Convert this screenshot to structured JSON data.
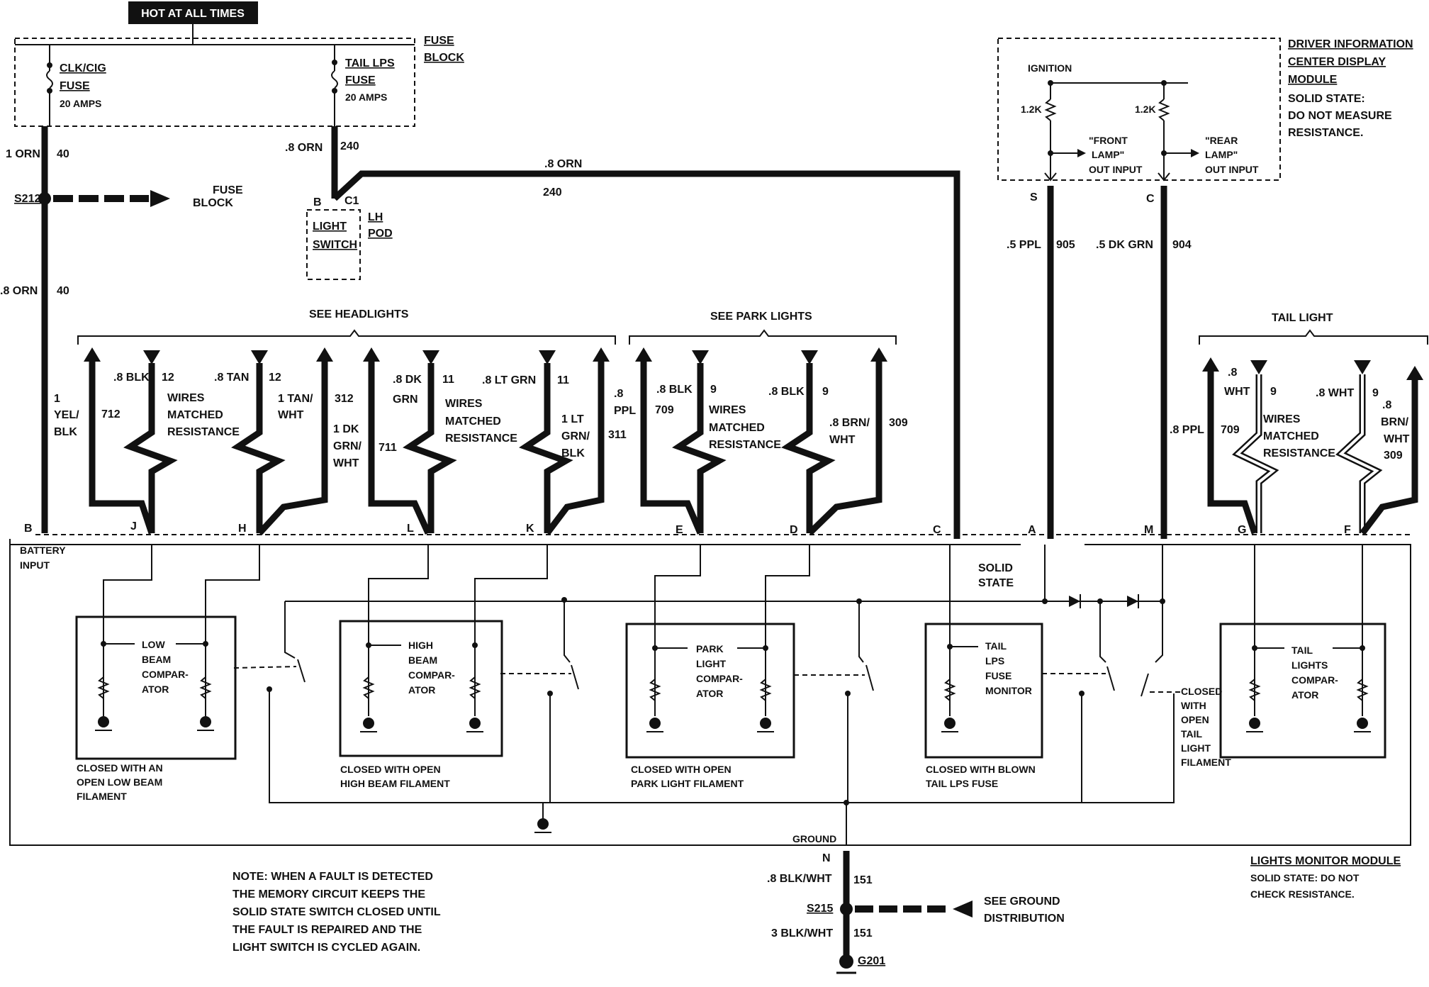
{
  "hot_label": "HOT AT ALL TIMES",
  "fuse_block": {
    "title_line1": "FUSE",
    "title_line2": "BLOCK",
    "fuse1": {
      "line1": "CLK/CIG",
      "line2": "FUSE",
      "rating": "20 AMPS"
    },
    "fuse2": {
      "line1": "TAIL LPS",
      "line2": "FUSE",
      "rating": "20 AMPS"
    }
  },
  "left_wire": {
    "color_top": "1 ORN",
    "circuit_top": "40",
    "splice": "S212",
    "fuse_ref_line1": "FUSE",
    "fuse_ref_line2": "BLOCK",
    "color_bottom": ".8 ORN",
    "circuit_bottom": "40"
  },
  "light_switch": {
    "color": ".8 ORN",
    "circuit": "240",
    "pin": "B",
    "connector": "C1",
    "line1": "LIGHT",
    "line2": "SWITCH",
    "pod_line1": "LH",
    "pod_line2": "POD",
    "long_wire_color": ".8 ORN",
    "long_wire_circuit": "240"
  },
  "dic": {
    "title": [
      "DRIVER INFORMATION",
      "CENTER DISPLAY",
      "MODULE"
    ],
    "note": [
      "SOLID STATE:",
      "DO NOT MEASURE",
      "RESISTANCE."
    ],
    "ignition": "IGNITION",
    "resistor1": "1.2K",
    "resistor2": "1.2K",
    "front_input": [
      "\"FRONT",
      "LAMP\"",
      "OUT INPUT"
    ],
    "rear_input": [
      "\"REAR",
      "LAMP\"",
      "OUT INPUT"
    ],
    "pin_s": "S",
    "pin_c": "C",
    "wire_s_color": ".5 PPL",
    "wire_s_circuit": "905",
    "wire_c_color": ".5 DK GRN",
    "wire_c_circuit": "904"
  },
  "sections": {
    "headlights": "SEE HEADLIGHTS",
    "park": "SEE PARK LIGHTS",
    "tail": "TAIL LIGHT"
  },
  "headlight_wires": {
    "w712": [
      "1",
      "YEL/",
      "BLK"
    ],
    "c712": "712",
    "w12a": ".8 BLK",
    "c12a": "12",
    "matched1": [
      "WIRES",
      "MATCHED",
      "RESISTANCE"
    ],
    "w12b": ".8 TAN",
    "c12b": "12",
    "w312": [
      "1 TAN/",
      "WHT"
    ],
    "c312": "312",
    "w711": [
      "1 DK",
      "GRN/",
      "WHT"
    ],
    "c711": "711",
    "w11a": [
      ".8 DK",
      "GRN"
    ],
    "c11a": "11",
    "matched2": [
      "WIRES",
      "MATCHED",
      "RESISTANCE"
    ],
    "w11b": ".8 LT GRN",
    "c11b": "11",
    "w311b": [
      "1 LT",
      "GRN/",
      "BLK"
    ],
    "w311": [
      ".8",
      "PPL"
    ],
    "c311": "311"
  },
  "park_wires": {
    "c709": "709",
    "w9a": ".8 BLK",
    "c9a": "9",
    "matched": [
      "WIRES",
      "MATCHED",
      "RESISTANCE"
    ],
    "w9b": ".8 BLK",
    "c9b": "9",
    "w309": [
      ".8 BRN/",
      "WHT"
    ],
    "c309": "309"
  },
  "tail_wires": {
    "w709": ".8 PPL",
    "c709": "709",
    "w9a": [
      ".8",
      "WHT"
    ],
    "c9a": "9",
    "matched": [
      "WIRES",
      "MATCHED",
      "RESISTANCE"
    ],
    "w9b": ".8 WHT",
    "c9b": "9",
    "w309": [
      ".8",
      "BRN/",
      "WHT"
    ],
    "c309": "309"
  },
  "pins": [
    "B",
    "J",
    "H",
    "L",
    "K",
    "E",
    "D",
    "C",
    "A",
    "M",
    "G",
    "F"
  ],
  "module": {
    "battery_input": [
      "BATTERY",
      "INPUT"
    ],
    "solid_state": [
      "SOLID",
      "STATE"
    ],
    "comparators": [
      {
        "name": [
          "LOW",
          "BEAM",
          "COMPAR-",
          "ATOR"
        ],
        "caption": [
          "CLOSED WITH AN",
          "OPEN LOW BEAM",
          "FILAMENT"
        ]
      },
      {
        "name": [
          "HIGH",
          "BEAM",
          "COMPAR-",
          "ATOR"
        ],
        "caption": [
          "CLOSED WITH OPEN",
          "HIGH BEAM FILAMENT"
        ]
      },
      {
        "name": [
          "PARK",
          "LIGHT",
          "COMPAR-",
          "ATOR"
        ],
        "caption": [
          "CLOSED WITH OPEN",
          "PARK LIGHT FILAMENT"
        ]
      },
      {
        "name": [
          "TAIL",
          "LPS",
          "FUSE",
          "MONITOR"
        ],
        "caption": [
          "CLOSED WITH BLOWN",
          "TAIL LPS FUSE"
        ]
      },
      {
        "name": [
          "TAIL",
          "LIGHTS",
          "COMPAR-",
          "ATOR"
        ],
        "caption": [
          "CLOSED",
          "WITH",
          "OPEN",
          "TAIL",
          "LIGHT",
          "FILAMENT"
        ]
      }
    ],
    "title": "LIGHTS MONITOR MODULE",
    "note": [
      "SOLID STATE:  DO NOT",
      "CHECK RESISTANCE."
    ],
    "ground": "GROUND"
  },
  "ground": {
    "pin": "N",
    "w1_color": ".8 BLK/WHT",
    "w1_circuit": "151",
    "splice": "S215",
    "ref": [
      "SEE GROUND",
      "DISTRIBUTION"
    ],
    "w2_color": "3 BLK/WHT",
    "w2_circuit": "151",
    "gnd": "G201"
  },
  "note": [
    "NOTE: WHEN A FAULT IS DETECTED",
    "THE MEMORY CIRCUIT KEEPS THE",
    "SOLID STATE SWITCH CLOSED UNTIL",
    "THE FAULT IS REPAIRED AND THE",
    "LIGHT SWITCH IS CYCLED AGAIN."
  ]
}
